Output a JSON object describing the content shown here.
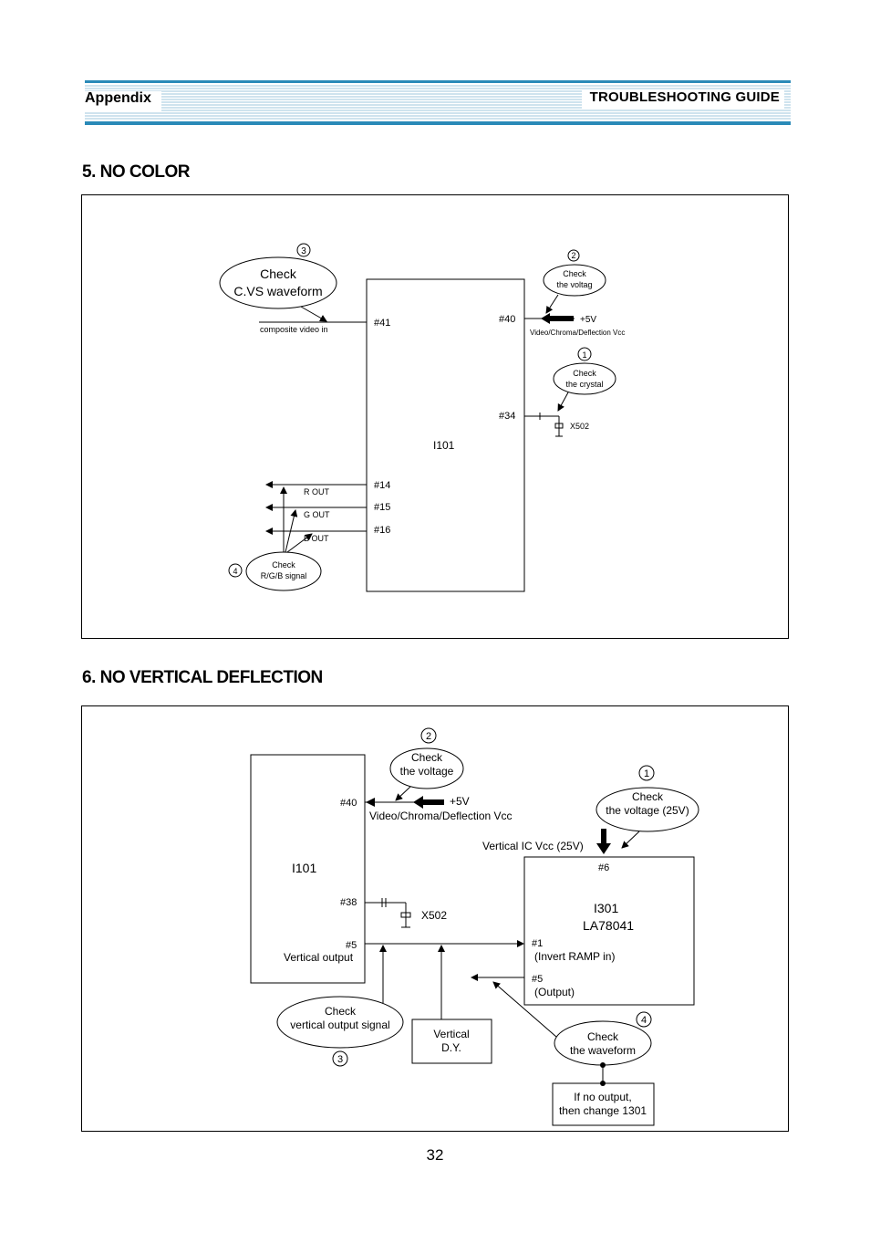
{
  "header": {
    "left": "Appendix",
    "right": "TROUBLESHOOTING GUIDE"
  },
  "section5": {
    "title": "5. NO COLOR",
    "ic": "I101",
    "pins": {
      "p41": "#41",
      "p40": "#40",
      "p34": "#34",
      "p14": "#14",
      "p15": "#15",
      "p16": "#16"
    },
    "input_label": "composite video in",
    "supply": "+5V",
    "supply_label": "Video/Chroma/Deflection Vcc",
    "crystal": "X502",
    "outputs": [
      "R OUT",
      "G OUT",
      "B OUT"
    ],
    "checks": [
      {
        "num": "③",
        "line1": "Check",
        "line2": "C.VS waveform"
      },
      {
        "num": "②",
        "line1": "Check",
        "line2": "the voltag"
      },
      {
        "num": "①",
        "line1": "Check",
        "line2": "the crystal"
      },
      {
        "num": "④",
        "line1": "Check",
        "line2": "R/G/B signal"
      }
    ]
  },
  "section6": {
    "title": "6. NO VERTICAL DEFLECTION",
    "ic1": "I101",
    "ic2_name": "I301",
    "ic2_part": "LA78041",
    "pins": {
      "p40": "#40",
      "p38": "#38",
      "p5": "#5",
      "p5_label": "Vertical output",
      "p6": "#6",
      "p1": "#1",
      "p1_label": "(Invert RAMP in)",
      "p5b": "#5",
      "p5b_label": "(Output)"
    },
    "supply": "+5V",
    "supply_label": "Video/Chroma/Deflection Vcc",
    "crystal": "X502",
    "vcc_label": "Vertical IC Vcc (25V)",
    "dy_line1": "Vertical",
    "dy_line2": "D.Y.",
    "no_output_line1": "If no output,",
    "no_output_line2": "then change 1301",
    "checks": [
      {
        "num": "②",
        "line1": "Check",
        "line2": "the voltage"
      },
      {
        "num": "①",
        "line1": "Check",
        "line2": "the voltage (25V)"
      },
      {
        "num": "③",
        "line1": "Check",
        "line2": "vertical output signal"
      },
      {
        "num": "④",
        "line1": "Check",
        "line2": "the waveform"
      }
    ]
  },
  "page_number": "32"
}
